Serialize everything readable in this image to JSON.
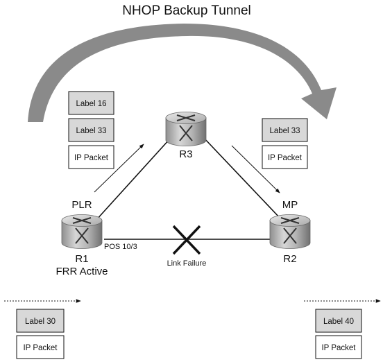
{
  "title": "NHOP Backup Tunnel",
  "routers": {
    "r1": {
      "name": "R1",
      "role": "PLR",
      "status": "FRR Active"
    },
    "r2": {
      "name": "R2",
      "role": "MP"
    },
    "r3": {
      "name": "R3"
    }
  },
  "links": {
    "r1_r2_interface": "POS 10/3",
    "failure_label": "Link Failure"
  },
  "packets": {
    "tunnel_stack": [
      "Label 16",
      "Label 33",
      "IP Packet"
    ],
    "after_pop_stack": [
      "Label 33",
      "IP Packet"
    ],
    "ingress_stack": [
      "Label 30",
      "IP Packet"
    ],
    "egress_stack": [
      "Label 40",
      "IP Packet"
    ]
  },
  "colors": {
    "tunnel_arrow": "#8a8a8a",
    "label_box_fill": "#d8d8d8",
    "ip_box_fill": "#ffffff",
    "line": "#111111"
  }
}
